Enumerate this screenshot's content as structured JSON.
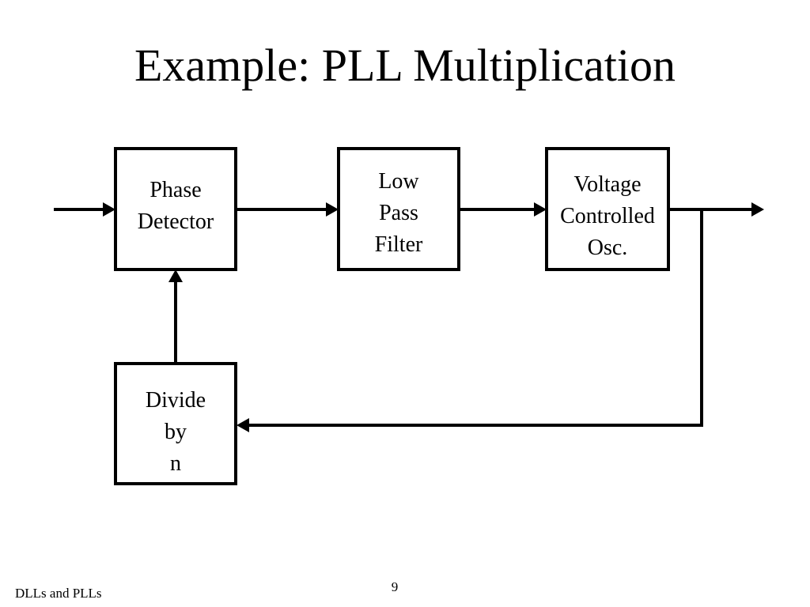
{
  "slide": {
    "title": "Example: PLL Multiplication",
    "footer": "DLLs and PLLs",
    "page_number": "9"
  },
  "diagram": {
    "blocks": {
      "phase_detector": [
        "Phase",
        "Detector"
      ],
      "low_pass_filter": [
        "Low",
        "Pass",
        "Filter"
      ],
      "vco": [
        "Voltage",
        "Controlled",
        "Osc."
      ],
      "divider": [
        "Divide",
        "by",
        "n"
      ]
    }
  }
}
